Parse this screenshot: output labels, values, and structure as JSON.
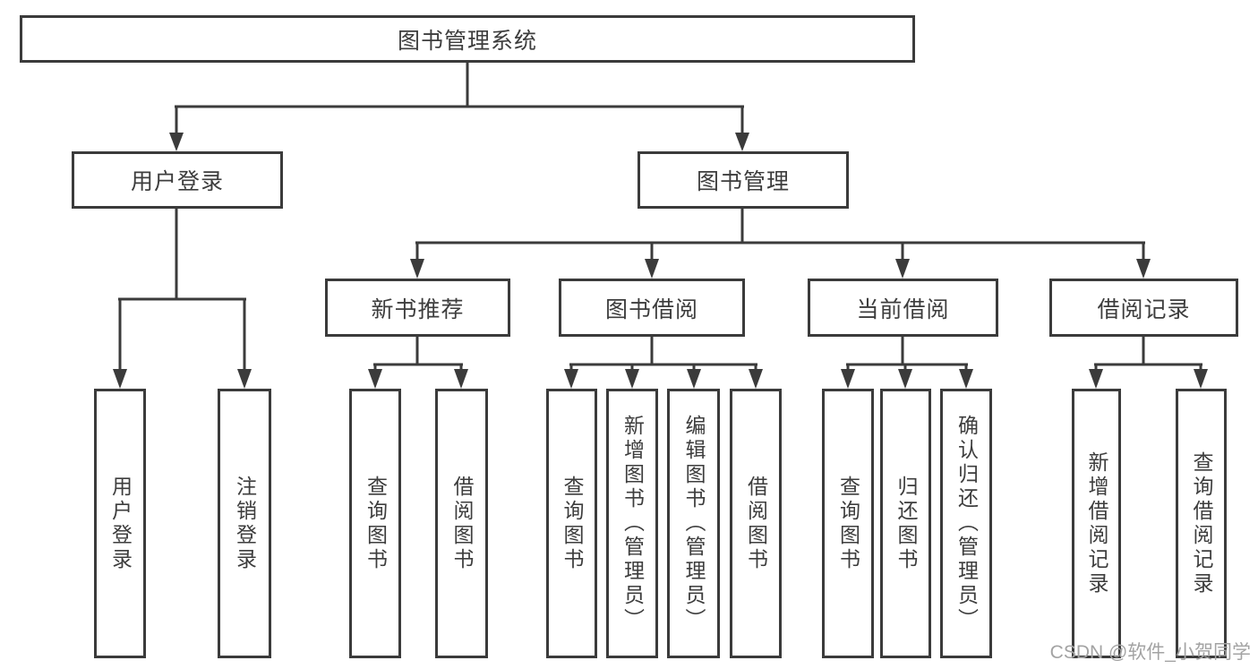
{
  "tree": {
    "root": "图书管理系统",
    "branches": [
      {
        "label": "用户登录",
        "children": [
          "用户登录",
          "注销登录"
        ]
      },
      {
        "label": "图书管理",
        "children": [
          {
            "label": "新书推荐",
            "children": [
              "查询图书",
              "借阅图书"
            ]
          },
          {
            "label": "图书借阅",
            "children": [
              "查询图书",
              "新增图书（管理员）",
              "编辑图书（管理员）",
              "借阅图书"
            ]
          },
          {
            "label": "当前借阅",
            "children": [
              "查询图书",
              "归还图书",
              "确认归还（管理员）"
            ]
          },
          {
            "label": "借阅记录",
            "children": [
              "新增借阅记录",
              "查询借阅记录"
            ]
          }
        ]
      }
    ]
  },
  "watermark": {
    "text": "CSDN @软件_小贺同学"
  },
  "colors": {
    "line": "#3b3b3b",
    "text": "#3d3d3d",
    "watermark": "#a3a3a3",
    "background": "#ffffff"
  }
}
